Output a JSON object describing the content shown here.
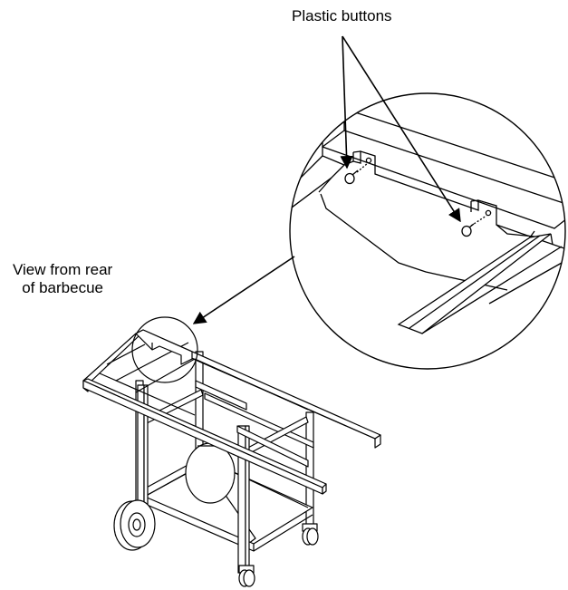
{
  "callouts": {
    "buttons_label": "Plastic buttons",
    "view_label_line1": "View from rear",
    "view_label_line2": "of barbecue"
  },
  "colors": {
    "ink": "#000000",
    "paper": "#ffffff"
  }
}
